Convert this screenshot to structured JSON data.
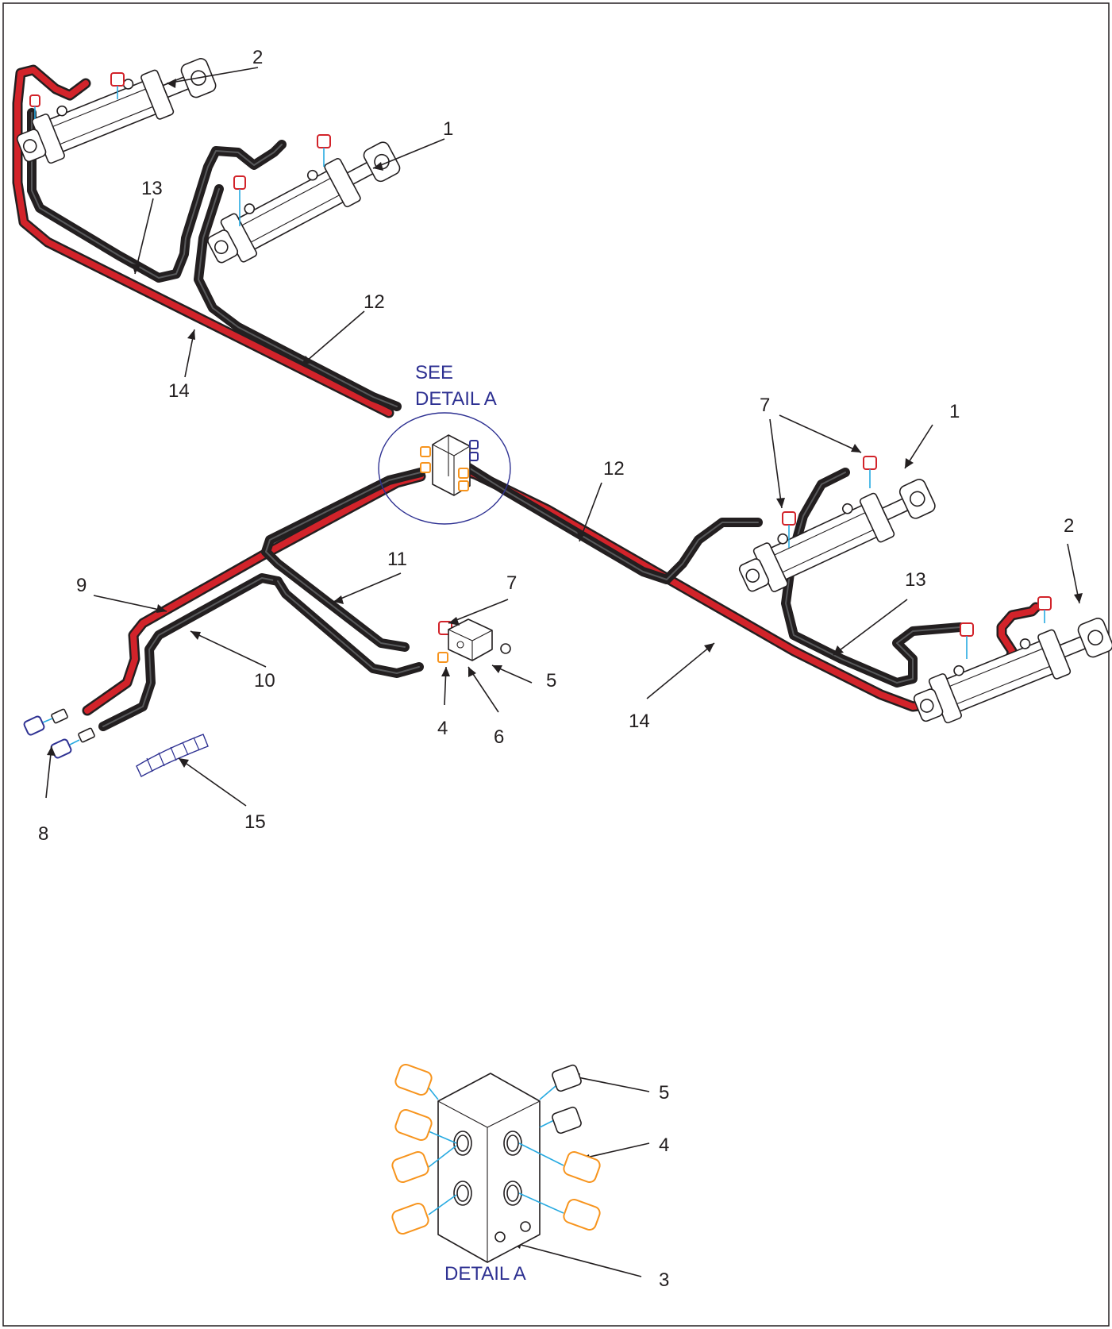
{
  "callouts": {
    "c1a": "1",
    "c1b": "1",
    "c2a": "2",
    "c2b": "2",
    "c3": "3",
    "c4a": "4",
    "c4b": "4",
    "c5a": "5",
    "c5b": "5",
    "c6": "6",
    "c7a": "7",
    "c7b": "7",
    "c8": "8",
    "c9": "9",
    "c10": "10",
    "c11": "11",
    "c12a": "12",
    "c12b": "12",
    "c13a": "13",
    "c13b": "13",
    "c14a": "14",
    "c14b": "14",
    "c15": "15"
  },
  "notes": {
    "see_detail_line1": "SEE",
    "see_detail_line2": "DETAIL A",
    "detail_label": "DETAIL A"
  },
  "colors": {
    "hose_red": "#d2232a",
    "hose_black": "#231f20",
    "fitting_orange": "#f7941d",
    "fitting_red": "#d2232a",
    "coupler_blue": "#2e3192",
    "leader_cyan": "#27aae1",
    "note_blue": "#2e3192"
  },
  "icons": [
    "hydraulic-cylinder-icon",
    "elbow-fitting-icon",
    "straight-fitting-icon",
    "quick-coupler-icon",
    "manifold-block-icon",
    "plug-icon",
    "spiral-wrap-icon"
  ]
}
